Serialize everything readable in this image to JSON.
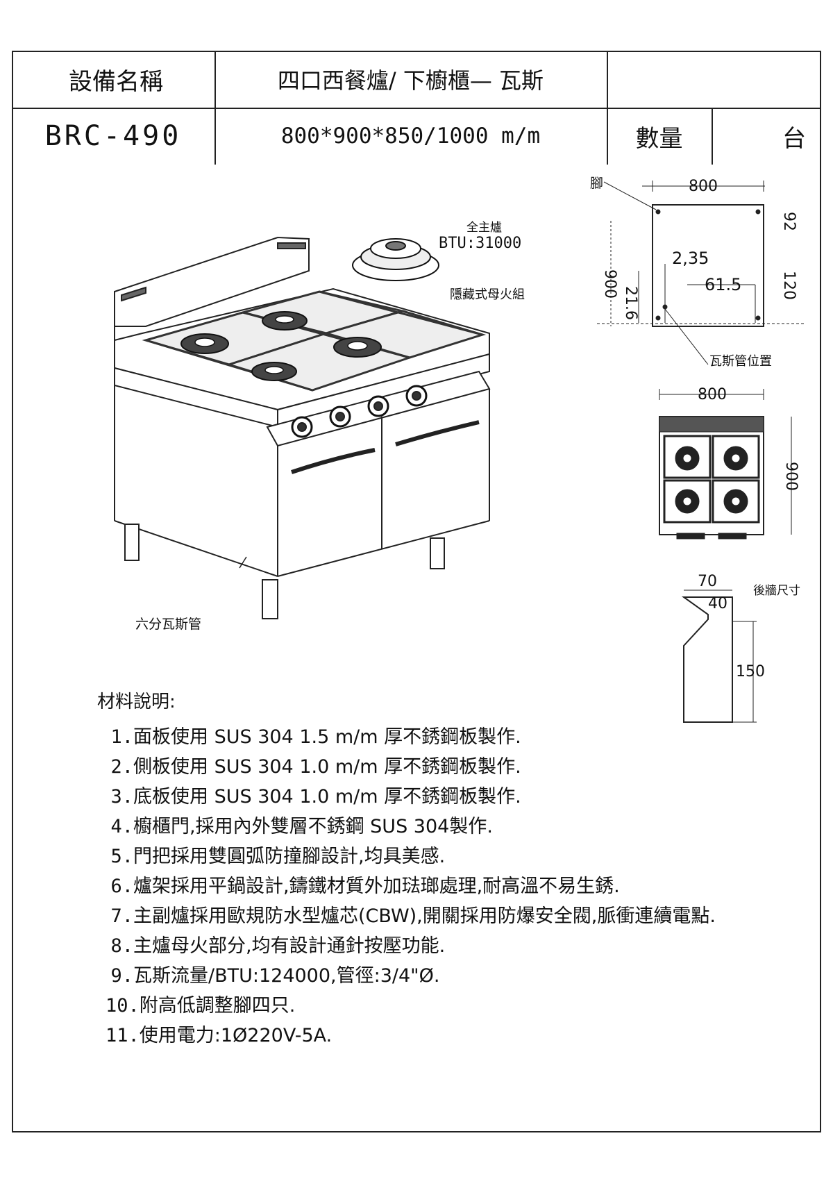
{
  "header": {
    "name_label": "設備名稱",
    "name_value": "四口西餐爐/ 下櫥櫃— 瓦斯",
    "model": "BRC-490",
    "dimensions": "800*900*850/1000 m/m",
    "qty_label": "數量",
    "unit": "台"
  },
  "drawing": {
    "burner_title": "全主爐",
    "burner_btu": "BTU:31000",
    "burner_note": "隱藏式母火組",
    "gas_pipe_label": "六分瓦斯管",
    "plan": {
      "foot_label": "腳",
      "width_dim": "800",
      "depth_dim": "900",
      "dim_216": "21.6",
      "dim_235": "2,35",
      "dim_615": "61.5",
      "dim_92": "92",
      "dim_120": "120",
      "gas_position_label": "瓦斯管位置"
    },
    "top_view": {
      "width_dim": "800",
      "depth_dim": "900"
    },
    "backwall": {
      "title": "後牆尺寸",
      "dim_70": "70",
      "dim_40": "40",
      "dim_150": "150"
    }
  },
  "materials": {
    "title": "材料說明:",
    "items": [
      {
        "num": "1.",
        "text": "面板使用 SUS 304 1.5 m/m 厚不銹鋼板製作."
      },
      {
        "num": "2.",
        "text": "側板使用 SUS 304 1.0 m/m 厚不銹鋼板製作."
      },
      {
        "num": "3.",
        "text": "底板使用 SUS 304 1.0 m/m 厚不銹鋼板製作."
      },
      {
        "num": "4.",
        "text": "櫥櫃門,採用內外雙層不銹鋼 SUS 304製作."
      },
      {
        "num": "5.",
        "text": "門把採用雙圓弧防撞腳設計,均具美感."
      },
      {
        "num": "6.",
        "text": "爐架採用平鍋設計,鑄鐵材質外加琺瑯處理,耐高溫不易生銹."
      },
      {
        "num": "7.",
        "text": "主副爐採用歐規防水型爐芯(CBW),開關採用防爆安全閥,脈衝連續電點."
      },
      {
        "num": "8.",
        "text": "主爐母火部分,均有設計通針按壓功能."
      },
      {
        "num": "9.",
        "text": "瓦斯流量/BTU:124000,管徑:3/4\"Ø."
      },
      {
        "num": "10.",
        "text": "附高低調整腳四只."
      },
      {
        "num": "11.",
        "text": "使用電力:1Ø220V-5A."
      }
    ]
  }
}
